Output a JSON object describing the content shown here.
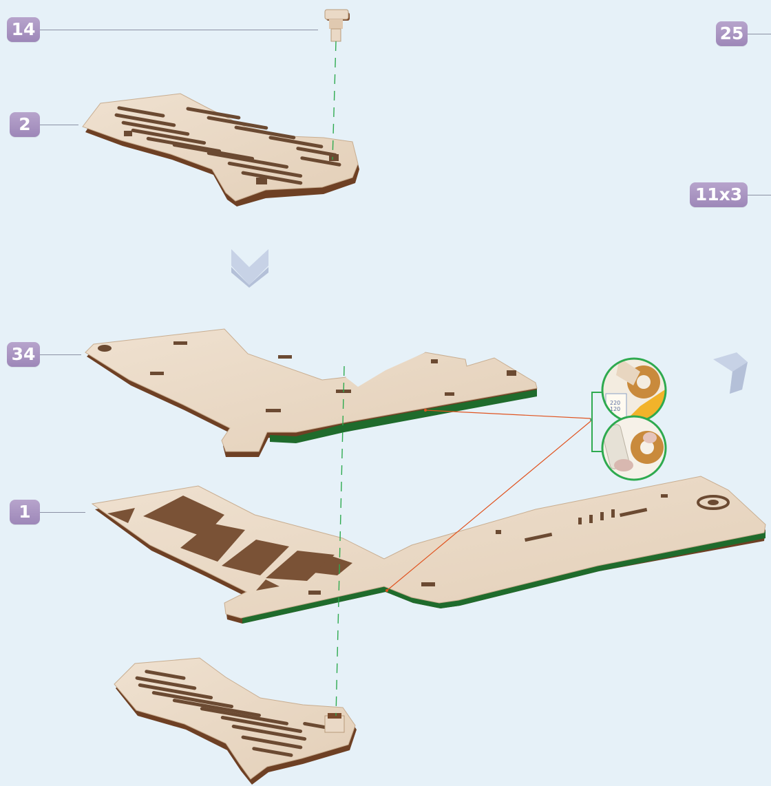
{
  "callouts": [
    {
      "id": "part-14",
      "label": "14"
    },
    {
      "id": "part-2",
      "label": "2"
    },
    {
      "id": "part-34",
      "label": "34"
    },
    {
      "id": "part-1",
      "label": "1"
    },
    {
      "id": "part-25",
      "label": "25"
    },
    {
      "id": "part-11x3",
      "label": "11x3"
    }
  ],
  "detail_inset": {
    "top_card_text": "220\n120"
  },
  "colors": {
    "background": "#e6f1f8",
    "callout": "#a892c2",
    "wood_face": "#ead9c6",
    "wood_edge": "#7a4a2c",
    "glue_edge": "#1f6b2c",
    "guide_line": "#2eaa4f",
    "pointer_line": "#e0531f",
    "arrow": "#c7d2e6"
  }
}
